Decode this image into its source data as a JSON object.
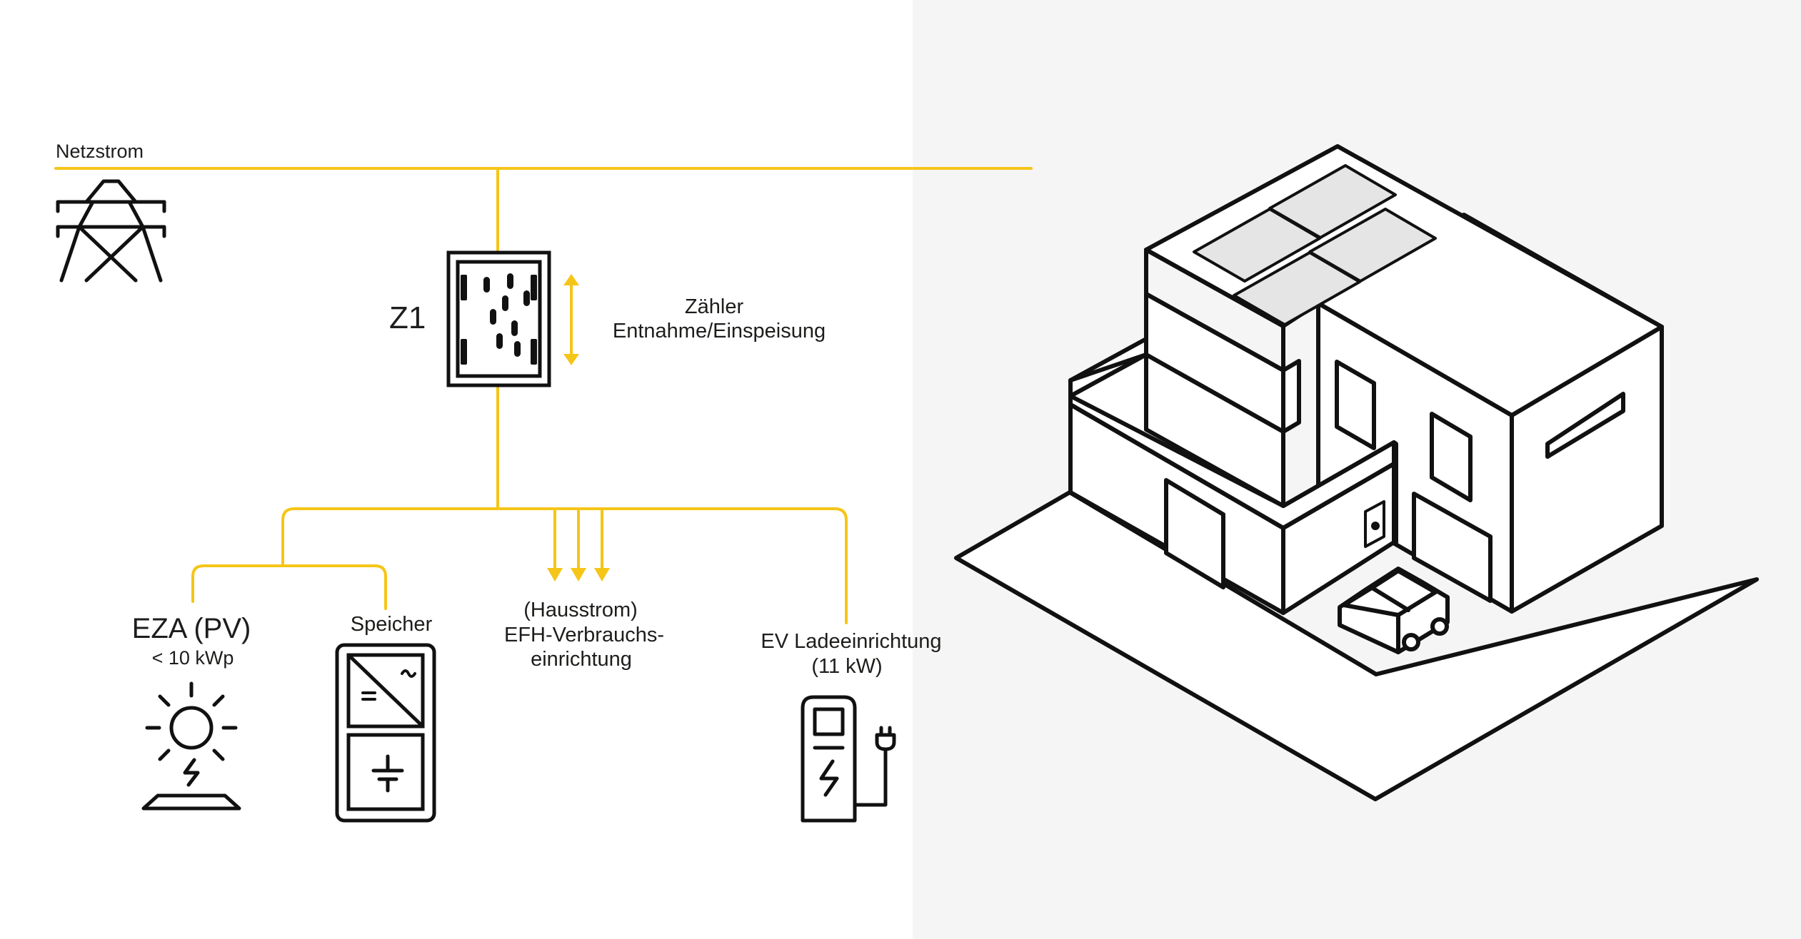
{
  "colors": {
    "line": "#f5c518",
    "stroke": "#111111",
    "panel": "#f5f5f5",
    "solar_panel": "#e5e5e5"
  },
  "labels": {
    "grid": "Netzstrom",
    "meter_id": "Z1",
    "meter_line1": "Zähler",
    "meter_line2": "Entnahme/Einspeisung",
    "pv_title": "EZA (PV)",
    "pv_sub": "< 10 kWp",
    "storage": "Speicher",
    "house_line1": "(Hausstrom)",
    "house_line2": "EFH-Verbrauchs-",
    "house_line3": "einrichtung",
    "ev_line1": "EV Ladeeinrichtung",
    "ev_line2": "(11 kW)"
  },
  "icons": {
    "pylon": "power-pylon-icon",
    "meter": "electricity-meter-icon",
    "sun": "sun-icon",
    "storage": "battery-storage-icon",
    "charger": "ev-charger-icon",
    "house": "house-illustration"
  }
}
